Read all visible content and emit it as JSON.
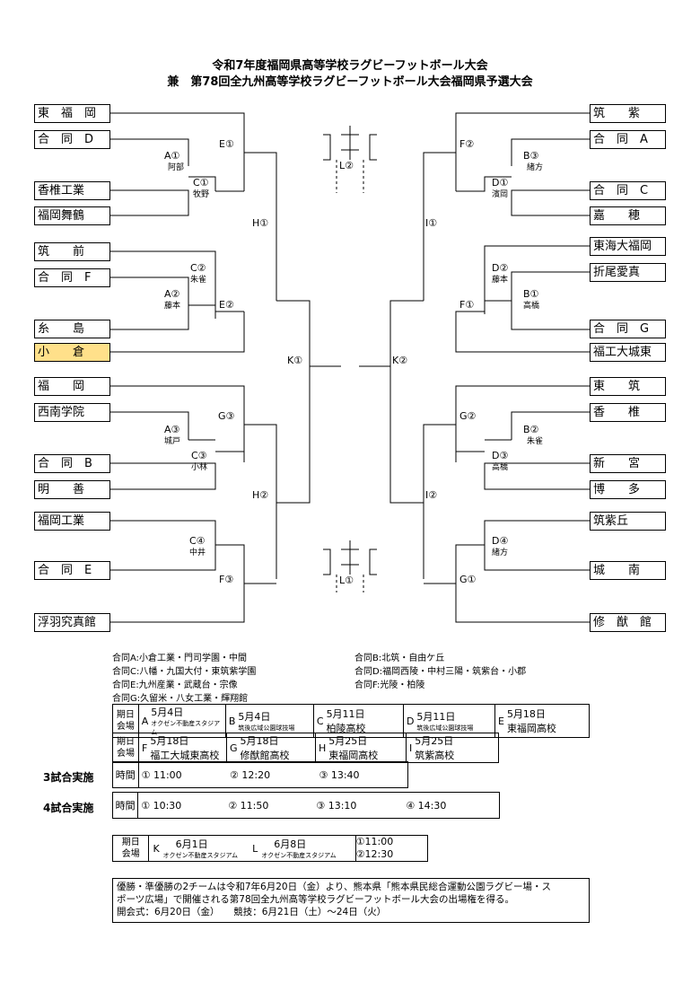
{
  "title1": "令和7年度福岡県高等学校ラグビーフットボール大会",
  "title2": "兼　第78回全九州高等学校ラグビーフットボール大会福岡県予選大会",
  "left_teams": [
    "東　福　岡",
    "合　同　D",
    "香椎工業",
    "福岡舞鶴",
    "筑　　前",
    "合　同　F",
    "糸　　島",
    "小　　倉",
    "福　　岡",
    "西南学院",
    "合　同　B",
    "明　　善",
    "福岡工業",
    "合　同　E",
    "浮羽究真館"
  ],
  "right_teams": [
    "筑　　紫",
    "合　同　A",
    "合　同　C",
    "嘉　　穂",
    "東海大福岡",
    "折尾愛真",
    "合　同　G",
    "福工大城東",
    "東　　筑",
    "香　　椎",
    "新　　宮",
    "博　　多",
    "筑紫丘",
    "城　　南",
    "修　猷　館"
  ],
  "match_labels": {
    "A1": "A①",
    "A1s": "阿部",
    "C1": "C①",
    "C1s": "牧野",
    "E1": "E①",
    "H1": "H①",
    "C2": "C②",
    "C2s": "朱雀",
    "A2": "A②",
    "A2s": "藤本",
    "E2": "E②",
    "K1": "K①",
    "A3": "A③",
    "A3s": "城戸",
    "C3": "C③",
    "C3s": "小林",
    "G3": "G③",
    "H2": "H②",
    "C4": "C④",
    "C4s": "中井",
    "F3": "F③",
    "B3": "B③",
    "B3s": "緒方",
    "D1": "D①",
    "D1s": "濱岡",
    "F2": "F②",
    "I1": "I①",
    "D2": "D②",
    "D2s": "藤本",
    "B1": "B①",
    "B1s": "高橋",
    "F1": "F①",
    "K2": "K②",
    "B2": "B②",
    "B2s": "朱雀",
    "D3": "D③",
    "D3s": "高橋",
    "G2": "G②",
    "I2": "I②",
    "D4": "D④",
    "D4s": "緒方",
    "G1": "G①",
    "L2": "L②",
    "L1": "L①"
  },
  "goudou": [
    "合同A:小倉工業・門司学園・中間",
    "合同C:八幡・九国大付・東筑紫学園",
    "合同E:九州産業・武蔵台・宗像",
    "合同G:久留米・八女工業・輝翔館",
    "合同B:北筑・自由ケ丘",
    "合同D:福岡西陵・中村三陽・筑紫台・小郡",
    "合同F:光陵・柏陵"
  ],
  "schedule": {
    "hdr1": "期日",
    "hdr2": "会場",
    "A_letter": "A",
    "A_date": "5月4日",
    "A_venue": "オクゼン不動産スタジアム",
    "B_letter": "B",
    "B_date": "5月4日",
    "B_venue": "筑後広域公園球技場",
    "C_letter": "C",
    "C_date": "5月11日",
    "C_venue": "柏陵高校",
    "D_letter": "D",
    "D_date": "5月11日",
    "D_venue": "筑後広域公園球技場",
    "E_letter": "E",
    "E_date": "5月18日",
    "E_venue": "東福岡高校",
    "F_letter": "F",
    "F_date": "5月18日",
    "F_venue": "福工大城東高校",
    "G_letter": "G",
    "G_date": "5月18日",
    "G_venue": "修猷館高校",
    "H_letter": "H",
    "H_date": "5月25日",
    "H_venue": "東福岡高校",
    "I_letter": "I",
    "I_date": "5月25日",
    "I_venue": "筑紫高校",
    "three_label": "3試合実施",
    "four_label": "4試合実施",
    "time_label": "時間",
    "t3_1": "① 11:00",
    "t3_2": "② 12:20",
    "t3_3": "③ 13:40",
    "t4_1": "① 10:30",
    "t4_2": "② 11:50",
    "t4_3": "③ 13:10",
    "t4_4": "④ 14:30"
  },
  "final_schedule": {
    "K_letter": "K",
    "K_date": "6月1日",
    "K_venue": "オクゼン不動産スタジアム",
    "L_letter": "L",
    "L_date": "6月8日",
    "L_venue": "オクゼン不動産スタジアム",
    "time1": "①11:00",
    "time2": "②12:30"
  },
  "footer": [
    "優勝・準優勝の2チームは令和7年6月20日（金）より、熊本県「熊本県民総合運動公園ラグビー場・ス",
    "ポーツ広場」で開催される第78回全九州高等学校ラグビーフットボール大会の出場権を得る。",
    "開会式：6月20日（金）　　競技：6月21日（土）～24日（火）"
  ],
  "colors": {
    "highlight": "#ffe08a"
  }
}
